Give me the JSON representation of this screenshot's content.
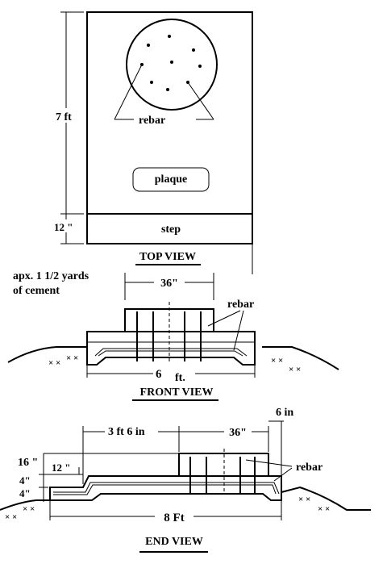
{
  "top_view": {
    "height_label": "7 ft",
    "step_height_label": "12 \"",
    "rebar_label": "rebar",
    "plaque_label": "plaque",
    "step_label": "step",
    "view_title": "TOP VIEW"
  },
  "front_view": {
    "cement_note_line1": "apx. 1 1/2 yards",
    "cement_note_line2": "of cement",
    "top_width_label": "36\"",
    "rebar_label": "rebar",
    "width_value": "6",
    "width_unit": "ft.",
    "view_title": "FRONT VIEW"
  },
  "end_view": {
    "depth_label": "6 in",
    "left_offset_label": "3 ft 6 in",
    "top_width_label": "36\"",
    "upper_height_label": "16 \"",
    "step_height_label": "12 \"",
    "layer1_label": "4\"",
    "layer2_label": "4\"",
    "rebar_label": "rebar",
    "length_label": "8 Ft",
    "view_title": "END VIEW"
  }
}
